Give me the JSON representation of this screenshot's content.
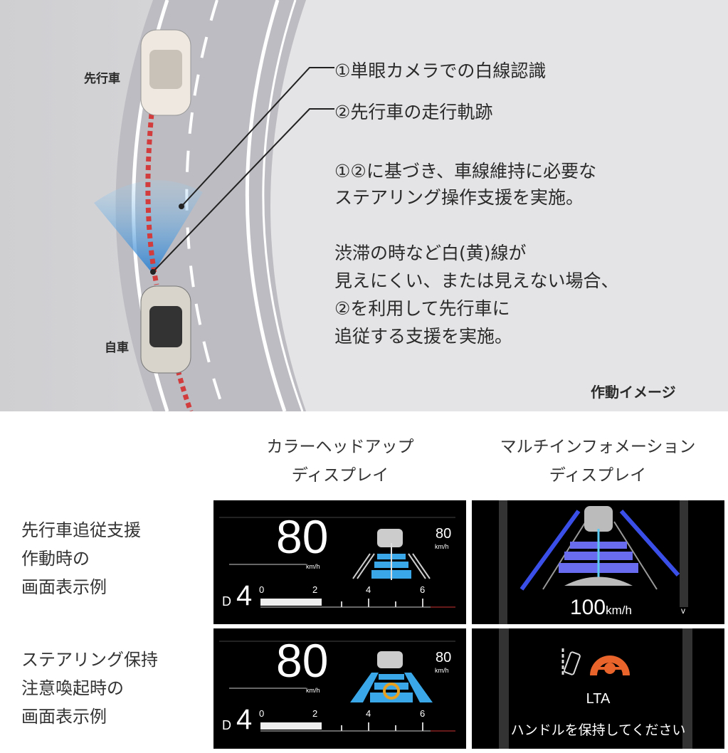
{
  "illustration": {
    "label_lead_car": "先行車",
    "label_own_car": "自車",
    "annotation_1": "①単眼カメラでの白線認識",
    "annotation_2": "②先行車の走行軌跡",
    "desc_1": [
      "①②に基づき、車線維持に必要な",
      "ステアリング操作支援を実施。"
    ],
    "desc_2": [
      "渋滞の時など白(黄)線が",
      "見えにくい、または見えない場合、",
      "②を利用して先行車に",
      "追従する支援を実施。"
    ],
    "caption": "作動イメージ"
  },
  "columns": [
    [
      "カラーヘッドアップ",
      "ディスプレイ"
    ],
    [
      "マルチインフォメーション",
      "ディスプレイ"
    ]
  ],
  "rows": [
    [
      "先行車追従支援",
      "作動時の",
      "画面表示例"
    ],
    [
      "ステアリング保持",
      "注意喚起時の",
      "画面表示例"
    ]
  ],
  "hud": {
    "speed": "80",
    "unit": "km/h",
    "set_speed": "80",
    "set_unit": "km/h",
    "gear": "D",
    "gear_num": "4",
    "ticks": [
      "0",
      "2",
      "4",
      "6"
    ]
  },
  "mid": {
    "speed": "100",
    "unit": "km/h",
    "chevron": "v",
    "title": "LTA",
    "message": "ハンドルを保持してください"
  },
  "colors": {
    "lane_blue": "#3aa8e8",
    "mid_blue": "#6a6cf0",
    "warning_orange": "#e8642a",
    "trail_red": "#d23c3c"
  }
}
